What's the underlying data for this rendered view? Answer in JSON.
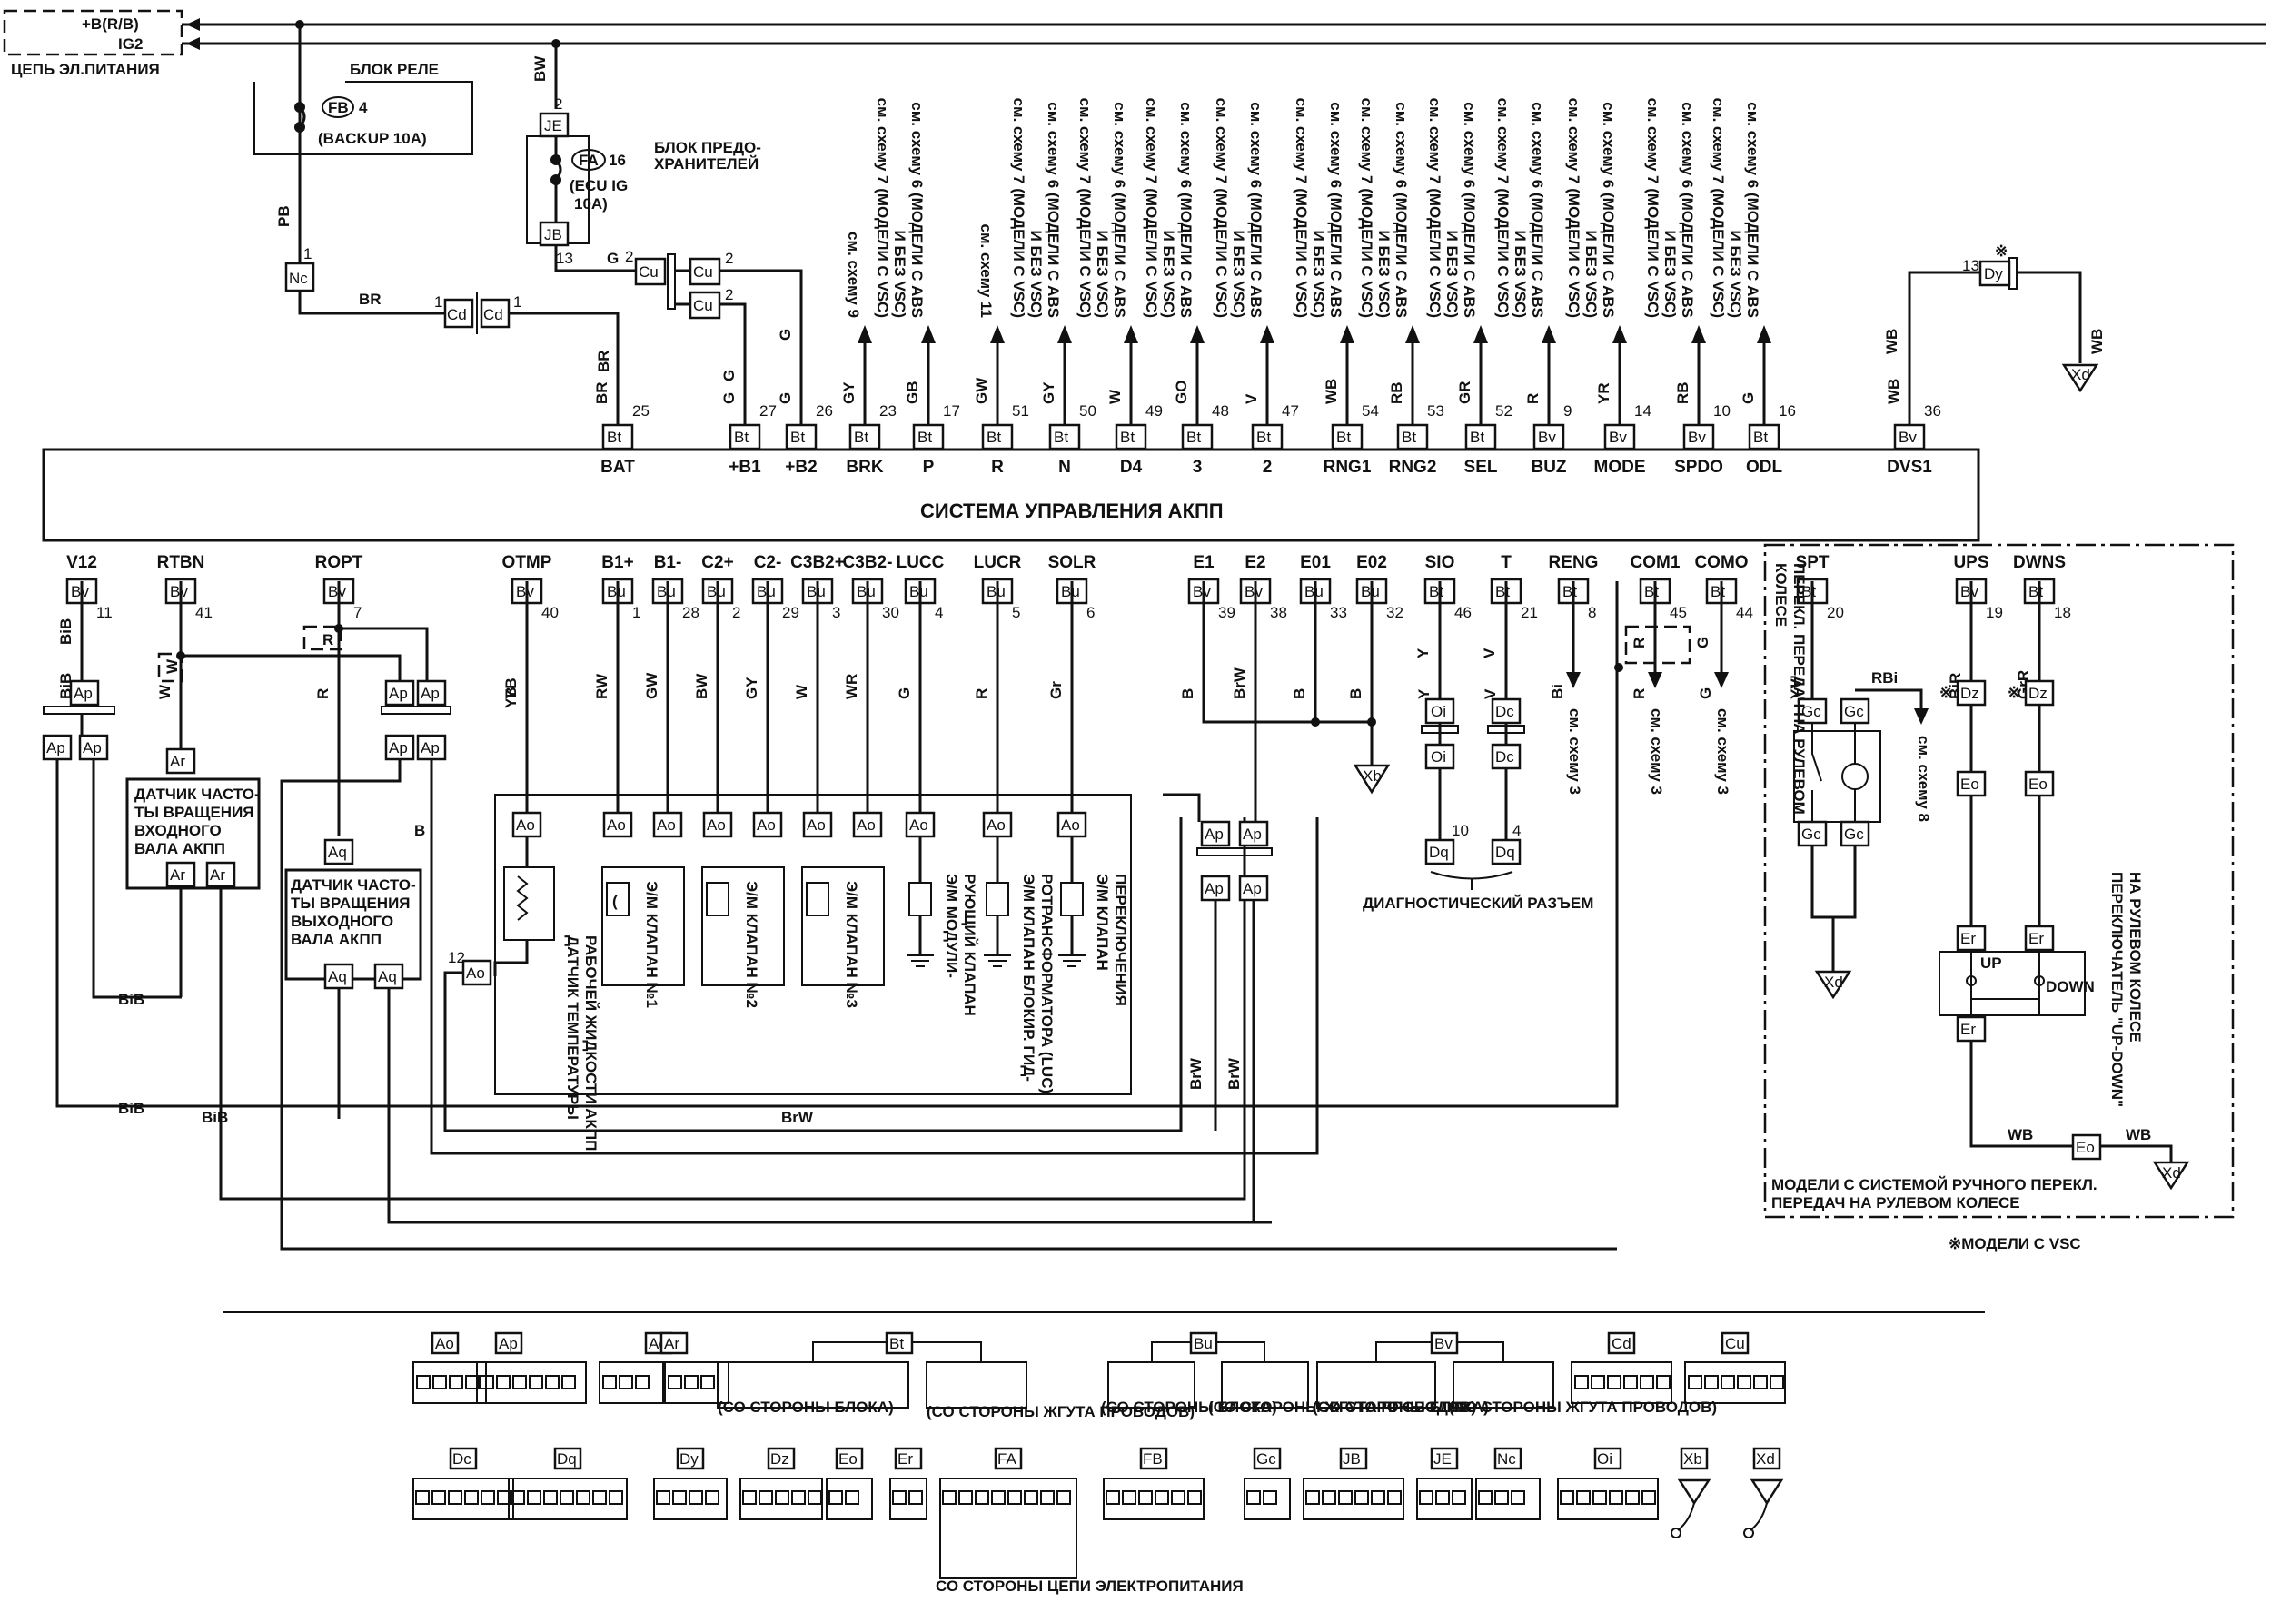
{
  "power": {
    "battery": "+B(R/B)",
    "ig2": "IG2",
    "circuit_label": "ЦЕПЬ ЭЛ.ПИТАНИЯ"
  },
  "relay_block": {
    "title": "БЛОК РЕЛЕ",
    "fuse_code": "FB",
    "fuse_num": "4",
    "fuse_name": "(BACKUP 10A)"
  },
  "fuse_block": {
    "title_line1": "БЛОК ПРЕДО-",
    "title_line2": "ХРАНИТЕЛЕЙ",
    "fuse_code": "FA",
    "fuse_num": "16",
    "fuse_name_line1": "(ECU IG",
    "fuse_name_line2": "10A)"
  },
  "ecu_title": "СИСТЕМА УПРАВЛЕНИЯ АКПП",
  "top_pins": [
    {
      "conn": "Bt",
      "num": "25",
      "sig": "BAT",
      "wire": "BR"
    },
    {
      "conn": "Bt",
      "num": "27",
      "sig": "+B1",
      "wire": "G"
    },
    {
      "conn": "Bt",
      "num": "26",
      "sig": "+B2",
      "wire": "G"
    },
    {
      "conn": "Bt",
      "num": "23",
      "sig": "BRK",
      "wire": "GY",
      "ref": "см. схему 9"
    },
    {
      "conn": "Bt",
      "num": "17",
      "sig": "P",
      "wire": "GB",
      "ref": "см. схему 6 (МОДЕЛИ С ABS И БЕЗ VSC) см. схему 7 (МОДЕЛИ С VSC)"
    },
    {
      "conn": "Bt",
      "num": "51",
      "sig": "R",
      "wire": "GW",
      "ref": "см. схему 11"
    },
    {
      "conn": "Bt",
      "num": "50",
      "sig": "N",
      "wire": "GY",
      "ref": "см. схему 6 (МОДЕЛИ С ABS И БЕЗ VSC) см. схему 7 (МОДЕЛИ С VSC)"
    },
    {
      "conn": "Bt",
      "num": "49",
      "sig": "D4",
      "wire": "W",
      "ref": "см. схему 6 (МОДЕЛИ С ABS И БЕЗ VSC) см. схему 7 (МОДЕЛИ С VSC)"
    },
    {
      "conn": "Bt",
      "num": "48",
      "sig": "3",
      "wire": "GO",
      "ref": "см. схему 6 (МОДЕЛИ С ABS И БЕЗ VSC) см. схему 7 (МОДЕЛИ С VSC)"
    },
    {
      "conn": "Bt",
      "num": "47",
      "sig": "2",
      "wire": "V",
      "ref": "см. схему 6 (МОДЕЛИ С ABS И БЕЗ VSC) см. схему 7 (МОДЕЛИ С VSC)"
    },
    {
      "conn": "Bt",
      "num": "54",
      "sig": "RNG1",
      "wire": "WB",
      "ref": "см. схему 6 (МОДЕЛИ С ABS И БЕЗ VSC) см. схему 7 (МОДЕЛИ С VSC)"
    },
    {
      "conn": "Bt",
      "num": "53",
      "sig": "RNG2",
      "wire": "RB",
      "ref": "см. схему 6 (МОДЕЛИ С ABS И БЕЗ VSC) см. схему 7 (МОДЕЛИ С VSC)"
    },
    {
      "conn": "Bt",
      "num": "52",
      "sig": "SEL",
      "wire": "GR",
      "ref": "см. схему 6 (МОДЕЛИ С ABS И БЕЗ VSC) см. схему 7 (МОДЕЛИ С VSC)"
    },
    {
      "conn": "Bv",
      "num": "9",
      "sig": "BUZ",
      "wire": "R",
      "ref": "см. схему 6 (МОДЕЛИ С ABS И БЕЗ VSC) см. схему 7 (МОДЕЛИ С VSC)"
    },
    {
      "conn": "Bv",
      "num": "14",
      "sig": "MODE",
      "wire": "YR",
      "ref": "см. схему 6 (МОДЕЛИ С ABS И БЕЗ VSC) см. схему 7 (МОДЕЛИ С VSC)"
    },
    {
      "conn": "Bv",
      "num": "10",
      "sig": "SPDO",
      "wire": "RB",
      "ref": "см. схему 6 (МОДЕЛИ С ABS И БЕЗ VSC) см. схему 7 (МОДЕЛИ С VSC)"
    },
    {
      "conn": "Bt",
      "num": "16",
      "sig": "ODL",
      "wire": "G",
      "ref": "см. схему 6 (МОДЕЛИ С ABS И БЕЗ VSC) см. схему 7 (МОДЕЛИ С VSC)"
    },
    {
      "conn": "Bv",
      "num": "36",
      "sig": "DVS1",
      "wire": "WB"
    }
  ],
  "bottom_pins": [
    {
      "conn": "Bv",
      "num": "11",
      "sig": "V12",
      "wire": "BiB"
    },
    {
      "conn": "Bv",
      "num": "41",
      "sig": "RTBN",
      "wire": "W"
    },
    {
      "conn": "Bv",
      "num": "7",
      "sig": "ROPT",
      "wire": "R"
    },
    {
      "conn": "Bv",
      "num": "40",
      "sig": "OTMP",
      "wire": "YB"
    },
    {
      "conn": "Bu",
      "num": "1",
      "sig": "B1+",
      "wire": "RW"
    },
    {
      "conn": "Bu",
      "num": "28",
      "sig": "B1-",
      "wire": "GW"
    },
    {
      "conn": "Bu",
      "num": "2",
      "sig": "C2+",
      "wire": "BW"
    },
    {
      "conn": "Bu",
      "num": "29",
      "sig": "C2-",
      "wire": "GY"
    },
    {
      "conn": "Bu",
      "num": "3",
      "sig": "C3B2+",
      "wire": "W"
    },
    {
      "conn": "Bu",
      "num": "30",
      "sig": "C3B2-",
      "wire": "WR"
    },
    {
      "conn": "Bu",
      "num": "4",
      "sig": "LUCC",
      "wire": "G"
    },
    {
      "conn": "Bu",
      "num": "5",
      "sig": "LUCR",
      "wire": "R"
    },
    {
      "conn": "Bu",
      "num": "6",
      "sig": "SOLR",
      "wire": "Gr"
    },
    {
      "conn": "Bv",
      "num": "39",
      "sig": "E1",
      "wire": "B"
    },
    {
      "conn": "Bv",
      "num": "38",
      "sig": "E2",
      "wire": "BrW"
    },
    {
      "conn": "Bu",
      "num": "33",
      "sig": "E01",
      "wire": "B"
    },
    {
      "conn": "Bu",
      "num": "32",
      "sig": "E02",
      "wire": "B"
    },
    {
      "conn": "Bt",
      "num": "46",
      "sig": "SIO",
      "wire": "Y"
    },
    {
      "conn": "Bt",
      "num": "21",
      "sig": "T",
      "wire": "V"
    },
    {
      "conn": "Bt",
      "num": "8",
      "sig": "RENG",
      "wire": "Bi",
      "ref": "см. схему 3"
    },
    {
      "conn": "Bt",
      "num": "45",
      "sig": "COM1",
      "wire": "R",
      "ref": "см. схему 3"
    },
    {
      "conn": "Bt",
      "num": "44",
      "sig": "COMO",
      "wire": "G",
      "ref": "см. схему 3"
    },
    {
      "conn": "Bt",
      "num": "20",
      "sig": "SPT",
      "wire": "YV"
    },
    {
      "conn": "Bv",
      "num": "19",
      "sig": "UPS",
      "wire": "BiR"
    },
    {
      "conn": "Bt",
      "num": "18",
      "sig": "DWNS",
      "wire": "GrR"
    }
  ],
  "components": {
    "input_sensor": [
      "ДАТЧИК ЧАСТО-",
      "ТЫ ВРАЩЕНИЯ",
      "ВХОДНОГО",
      "ВАЛА АКПП"
    ],
    "output_sensor": [
      "ДАТЧИК ЧАСТО-",
      "ТЫ ВРАЩЕНИЯ",
      "ВЫХОДНОГО",
      "ВАЛА АКПП"
    ],
    "temp_sensor": [
      "ДАТЧИК ТЕМПЕРАТУРЫ",
      "РАБОЧЕЙ ЖИДКОСТИ АКПП"
    ],
    "valve1": "Э/М КЛАПАН №1",
    "valve2": "Э/М КЛАПАН №2",
    "valve3": "Э/М КЛАПАН №3",
    "mod_valve": [
      "Э/М МОДУЛИ-",
      "РУЮЩИЙ КЛАПАН"
    ],
    "lock_valve": [
      "Э/М КЛАПАН БЛОКИР. ГИД-",
      "РОТРАНСФОРМАТОРА (LUC)"
    ],
    "shift_valve": [
      "Э/М КЛАПАН",
      "ПЕРЕКЛЮЧЕНИЯ"
    ],
    "diag": "ДИАГНОСТИЧЕСКИЙ РАЗЪЕМ",
    "wheel_shift": [
      "ПЕРЕКЛ. ПЕРЕДАЧ НА РУЛЕВОМ",
      "КОЛЕСЕ"
    ],
    "updown": [
      "ПЕРЕКЛЮЧАТЕЛЬ \"UP-DOWN\"",
      "НА РУЛЕВОМ КОЛЕСЕ"
    ],
    "up": "UP",
    "down": "DOWN",
    "manual_models": [
      "МОДЕЛИ С СИСТЕМОЙ РУЧНОГО ПЕРЕКЛ.",
      "ПЕРЕДАЧ НА РУЛЕВОМ КОЛЕСЕ"
    ],
    "vsc_note": "※МОДЕЛИ С VSC",
    "vsc_mark": "※",
    "ref8": "см. схему 8"
  },
  "connector_codes": {
    "power_path": [
      "Nc",
      "Cd",
      "Cd",
      "Cu",
      "Cu",
      "Cu",
      "JE",
      "JB"
    ],
    "xb": "Xb",
    "xd": "Xd",
    "dy": "Dy"
  },
  "legend": {
    "row1": [
      "Ao",
      "Ap",
      "Aq",
      "Ar",
      "Bt",
      "Bu",
      "Bv",
      "Cd",
      "Cu"
    ],
    "row2": [
      "Dc",
      "Dq",
      "Dy",
      "Dz",
      "Eo",
      "Er",
      "FA",
      "FB",
      "Gc",
      "JB",
      "JE",
      "Nc",
      "Oi",
      "Xb",
      "Xd"
    ],
    "block_side": "(СО СТОРОНЫ БЛОКА)",
    "harness_side": "(СО СТОРОНЫ ЖГУТА ПРОВОДОВ)",
    "block_side2": "(СО СТОРОНЫ БЛОКА)",
    "harness_side2": "(СО СТОРОНЫ ЖГУТА ПРОВОДОВ)",
    "block_side3": "(СО СТОРОНЫ БЛОКА)",
    "harness_side3": "(СО СТОРОНЫ ЖГУТА ПРОВОДОВ)",
    "power_side": "СО СТОРОНЫ ЦЕПИ ЭЛЕКТРОПИТАНИЯ"
  }
}
